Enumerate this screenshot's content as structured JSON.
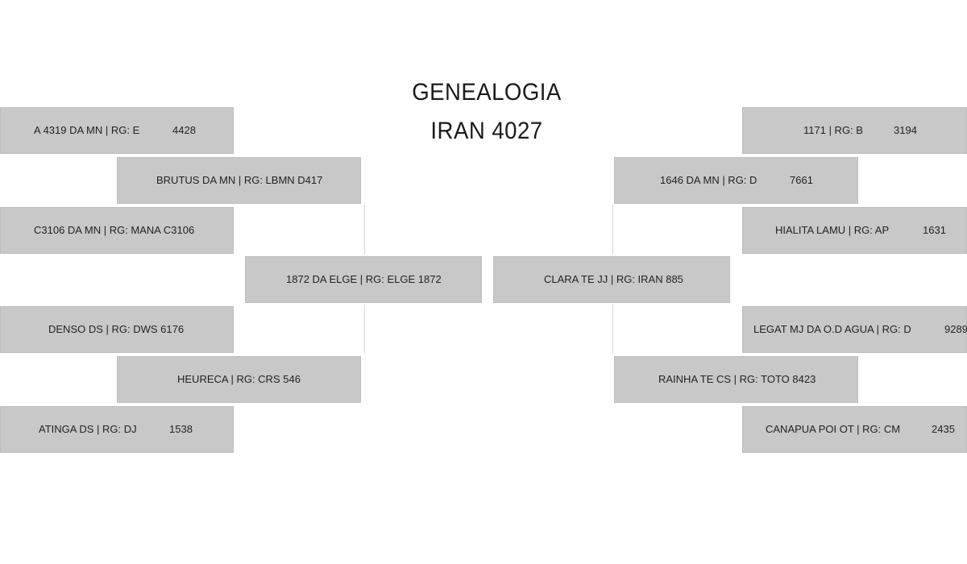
{
  "title": {
    "line1": "GENEALOGIA",
    "line2": "IRAN 4027"
  },
  "left": {
    "sire": {
      "label": "1872 DA ELGE | RG: ELGE 1872"
    },
    "grandparents": [
      {
        "label": "BRUTUS DA MN | RG: LBMN D417"
      },
      {
        "label": "HEURECA | RG: CRS 546"
      }
    ],
    "great_grandparents": [
      {
        "label": "A 4319 DA MN | RG: E",
        "number": "4428"
      },
      {
        "label": "C3106 DA MN | RG: MANA C3106",
        "number": ""
      },
      {
        "label": "DENSO DS | RG: DWS 6176",
        "number": ""
      },
      {
        "label": "ATINGA DS | RG: DJ",
        "number": "1538"
      }
    ]
  },
  "right": {
    "dam": {
      "label": "CLARA TE JJ | RG: IRAN 885"
    },
    "grandparents": [
      {
        "label": "1646 DA MN | RG: D",
        "number": "7661"
      },
      {
        "label": "RAINHA TE CS | RG: TOTO 8423",
        "number": ""
      }
    ],
    "great_grandparents": [
      {
        "label": "1171 | RG: B",
        "number": "3194"
      },
      {
        "label": "HIALITA LAMU | RG: AP",
        "number": "1631"
      },
      {
        "label": "LEGAT MJ DA O.D AGUA | RG: D",
        "number": "9289"
      },
      {
        "label": "CANAPUA POI OT | RG: CM",
        "number": "2435"
      }
    ]
  },
  "colors": {
    "box_fill": "#c8c8c8",
    "connector": "#d6d6d6",
    "text": "#222222"
  }
}
